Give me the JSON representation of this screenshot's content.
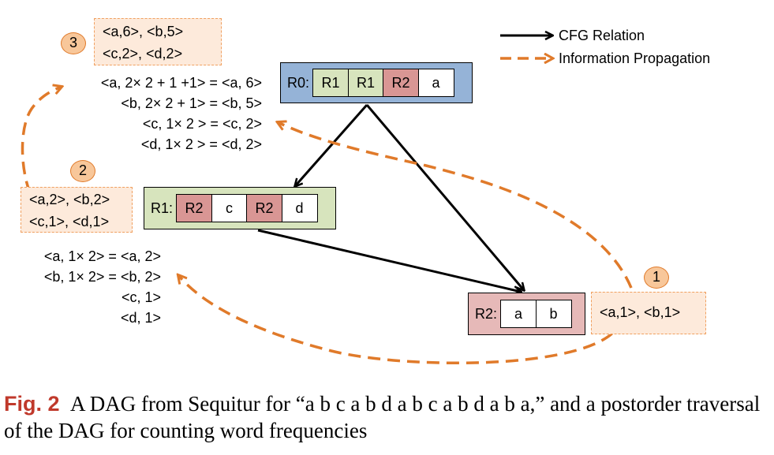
{
  "legend": {
    "cfg_label": "CFG Relation",
    "info_label": "Information Propagation"
  },
  "colors": {
    "r0_fill": "#95b3d7",
    "r1_fill": "#d7e4bd",
    "r2_fill": "#e6b9b8",
    "propagation": "#e07a2a"
  },
  "rules": {
    "r0": {
      "label": "R0:",
      "cells": [
        "R1",
        "R1",
        "R2",
        "a"
      ]
    },
    "r1": {
      "label": "R1:",
      "cells": [
        "R2",
        "c",
        "R2",
        "d"
      ]
    },
    "r2": {
      "label": "R2:",
      "cells": [
        "a",
        "b"
      ]
    }
  },
  "badges": {
    "b1": "1",
    "b2": "2",
    "b3": "3"
  },
  "counts": {
    "c1": [
      "<a,1>, <b,1>"
    ],
    "c2": [
      "<a,2>, <b,2>",
      "<c,1>, <d,1>"
    ],
    "c3": [
      "<a,6>, <b,5>",
      "<c,2>, <d,2>"
    ]
  },
  "calc_top": [
    "<a, 2× 2 + 1 +1> = <a, 6>",
    "<b, 2× 2 + 1> = <b, 5>",
    "<c, 1× 2 > = <c, 2>",
    "<d, 1× 2 > = <d, 2>"
  ],
  "calc_mid": [
    "<a, 1× 2> = <a, 2>",
    "<b, 1× 2> = <b, 2>",
    "<c, 1>",
    "<d, 1>"
  ],
  "caption": {
    "fig": "Fig. 2",
    "text": "A DAG from Sequitur for “a b c a b d a b c a b d a b a,” and a postorder traversal of the DAG for counting word frequencies"
  }
}
